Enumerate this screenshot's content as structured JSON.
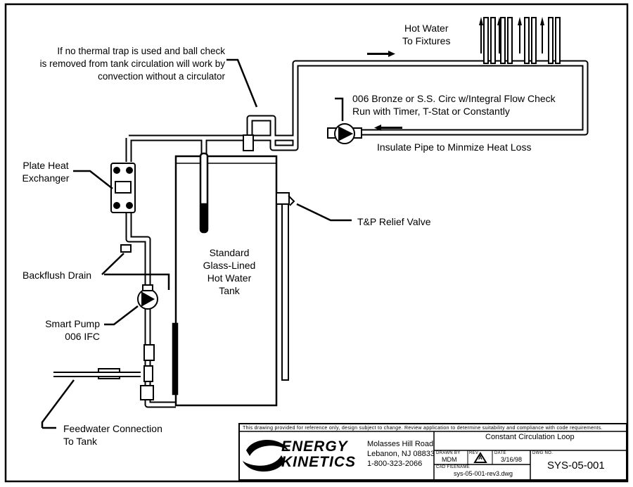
{
  "labels": {
    "hot_water": [
      "Hot Water",
      "To Fixtures"
    ],
    "thermal_trap_note": [
      "If no thermal trap is used and ball check",
      "is removed from tank circulation will work by",
      "convection without a circulator"
    ],
    "circulator_note": [
      "006 Bronze or S.S. Circ w/Integral Flow Check",
      "Run with Timer, T-Stat or Constantly"
    ],
    "insulate_note": "Insulate Pipe to Minmize Heat Loss",
    "plate_heat_exchanger": [
      "Plate Heat",
      "Exchanger"
    ],
    "tp_relief_valve": "T&P Relief Valve",
    "tank": [
      "Standard",
      "Glass-Lined",
      "Hot Water",
      "Tank"
    ],
    "backflush_drain": "Backflush Drain",
    "smart_pump": [
      "Smart Pump",
      "006 IFC"
    ],
    "feedwater": [
      "Feedwater Connection",
      "To Tank"
    ]
  },
  "title_block": {
    "disclaimer": "This drawing provided for reference only, design subject to change.  Review application to determine suitability and compliance with code requirements.",
    "company": [
      "ENERGY",
      "KINETICS"
    ],
    "address": [
      "Molasses Hill Road",
      "Lebanon, NJ 08833",
      "1-800-323-2066"
    ],
    "title": "Constant Circulation Loop",
    "drawn_by_label": "DRAWN BY",
    "drawn_by": "MDM",
    "rev_label": "REV",
    "rev": "A",
    "date_label": "DATE",
    "date": "3/16/98",
    "dwg_no_label": "DWG NO.",
    "dwg_no": "SYS-05-001",
    "file_label": "CAD FILENAME",
    "file": "sys-05-001-rev3.dwg"
  }
}
